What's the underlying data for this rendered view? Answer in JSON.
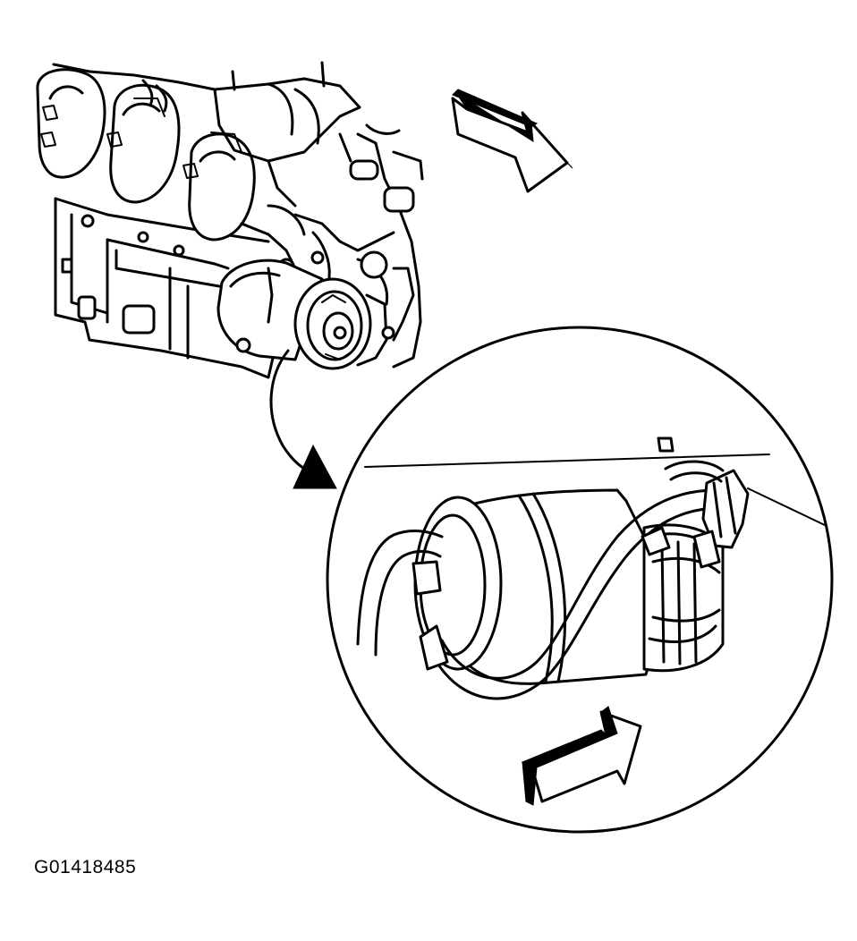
{
  "figure": {
    "id_label": "G01418485",
    "ink_color": "#000000",
    "background_color": "#ffffff"
  },
  "parts": {
    "engine": "engine-block",
    "compressor": "ac-compressor",
    "detail_view": "circular-detail-callout",
    "hose": "compressor-hose",
    "connector": "electrical-connector"
  },
  "icons": {
    "direction_arrow": "front-direction-arrow",
    "callout_arrow": "curved-callout-arrow"
  }
}
